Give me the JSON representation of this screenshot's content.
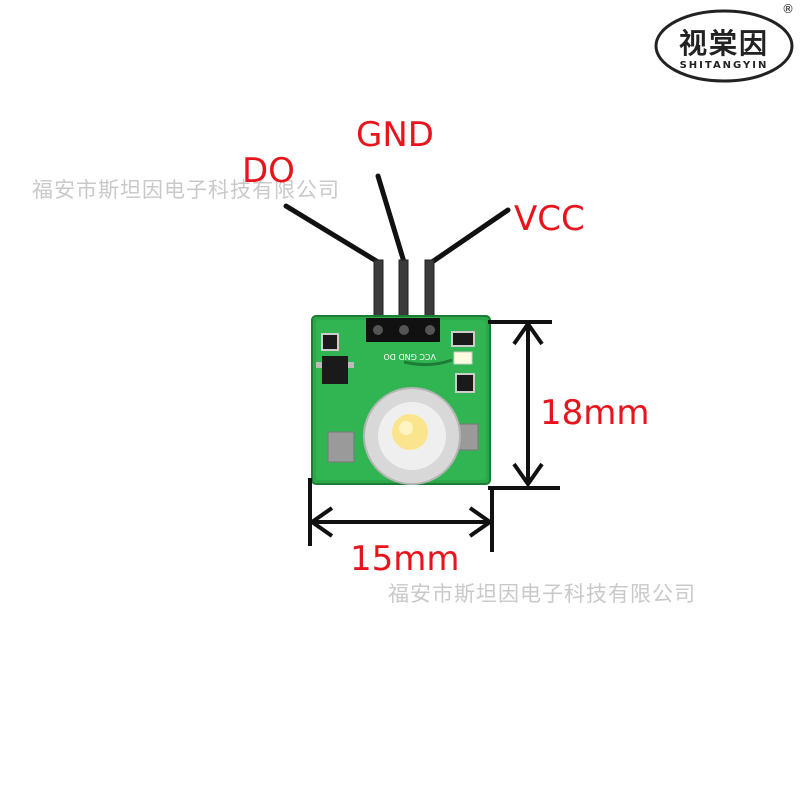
{
  "logo": {
    "chinese": "视棠因",
    "english": "SHITANGYIN",
    "registered_mark": "®"
  },
  "watermark": {
    "text": "福安市斯坦因电子科技有限公司"
  },
  "pins": {
    "do": "DO",
    "gnd": "GND",
    "vcc": "VCC"
  },
  "silkscreen": {
    "pin_labels": "VCC GND DO"
  },
  "dimensions": {
    "height": "18mm",
    "width": "15mm"
  },
  "colors": {
    "label_red": "#e8141c",
    "pcb_green": "#2aa84a",
    "watermark_gray": "#c9c9c9"
  }
}
